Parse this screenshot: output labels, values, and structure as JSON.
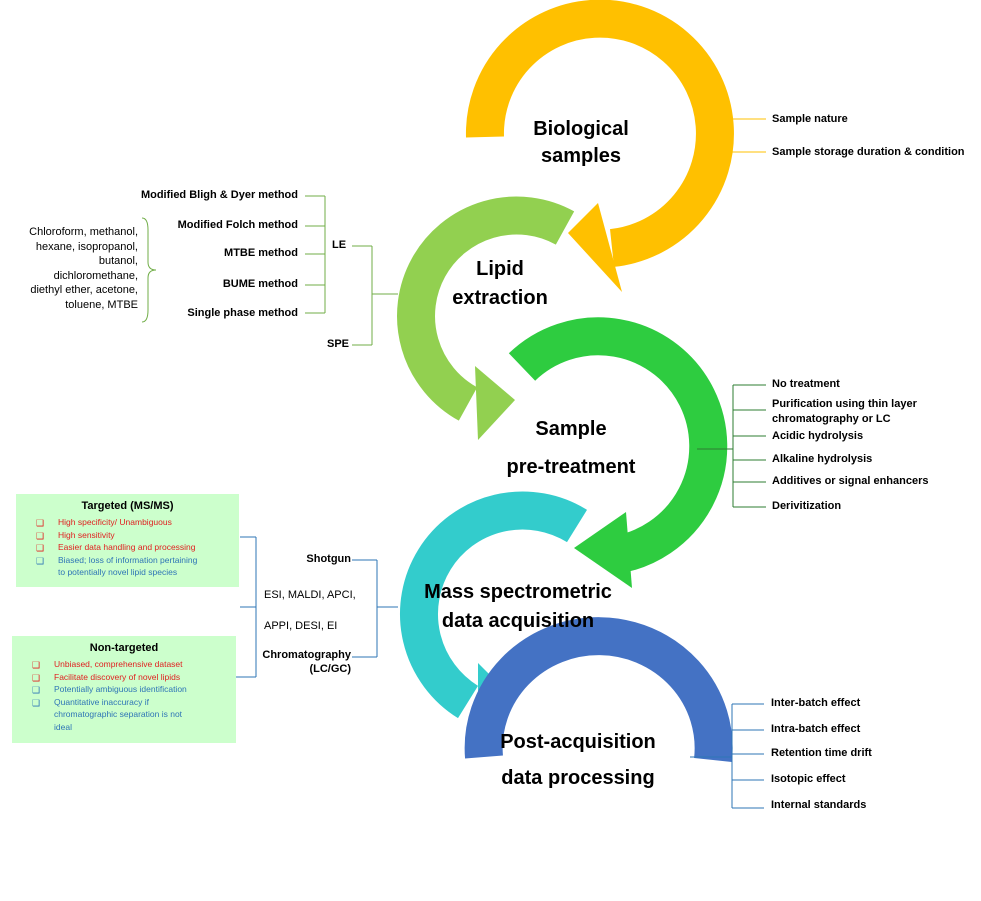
{
  "stages": {
    "biological": {
      "line1": "Biological",
      "line2": "samples",
      "color": "#ffc000"
    },
    "lipid": {
      "line1": "Lipid",
      "line2": "extraction",
      "color": "#92d050"
    },
    "pretreatment": {
      "line1": "Sample",
      "line2": "pre-treatment",
      "color": "#2ecc40"
    },
    "ms": {
      "line1": "Mass spectrometric",
      "line2": "data acquisition",
      "color": "#33cccc"
    },
    "post": {
      "line1": "Post-acquisition",
      "line2": "data processing",
      "color": "#4472c4"
    }
  },
  "biological_factors": [
    "Sample nature",
    "Sample storage duration & condition"
  ],
  "extraction": {
    "le_label": "LE",
    "spe_label": "SPE",
    "methods": [
      "Modified Bligh & Dyer method",
      "Modified Folch method",
      "MTBE method",
      "BUME method",
      "Single phase method"
    ],
    "solvents": [
      "Chloroform, methanol,",
      "hexane, isopropanol,",
      "butanol,",
      "dichloromethane,",
      "diethyl ether, acetone,",
      "toluene, MTBE"
    ]
  },
  "pretreatment_options": [
    "No treatment",
    "Purification using thin layer",
    "chromatography or LC",
    "Acidic hydrolysis",
    "Alkaline hydrolysis",
    "Additives or signal enhancers",
    "Derivitization"
  ],
  "acquisition": {
    "shotgun": "Shotgun",
    "ion1": "ESI, MALDI, APCI,",
    "ion2": "APPI, DESI, EI",
    "chrom1": "Chromatography",
    "chrom2": "(LC/GC)"
  },
  "targeted": {
    "title": "Targeted (MS/MS)",
    "items": [
      {
        "text": "High specificity/  Unambiguous"
      },
      {
        "text": "High sensitivity"
      },
      {
        "text": "Easier data handling  and processing"
      },
      {
        "text": "Biased;  loss of information   pertaining"
      },
      {
        "text": "to potentially  novel lipid species"
      }
    ]
  },
  "nontargeted": {
    "title": "Non-targeted",
    "items": [
      {
        "text": "Unbiased,  comprehensive  dataset"
      },
      {
        "text": "Facilitate  discovery  of novel lipids"
      },
      {
        "text": "Potentially  ambiguous  identification"
      },
      {
        "text": "Quantitative  inaccuracy  if"
      },
      {
        "text": "chromatographic   separation  is not"
      },
      {
        "text": "ideal"
      }
    ]
  },
  "post_factors": [
    "Inter-batch effect",
    "Intra-batch effect",
    "Retention time drift",
    "Isotopic effect",
    "Internal standards"
  ]
}
